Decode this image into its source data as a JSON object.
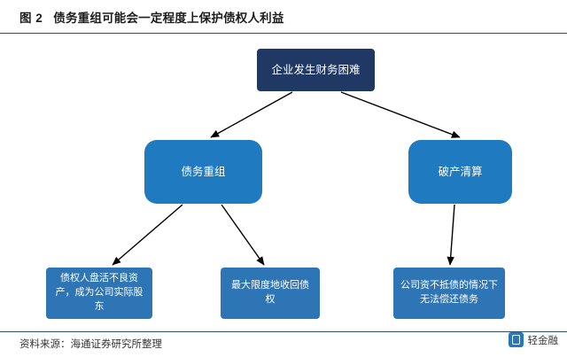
{
  "header": {
    "figure_label": "图 2",
    "title": "债务重组可能会一定程度上保护债权人利益"
  },
  "footer": {
    "source": "资料来源：海通证券研究所整理"
  },
  "watermark": {
    "logo_icon": "shield-logo-icon",
    "text": "轻金融"
  },
  "diagram": {
    "type": "flowchart",
    "nodes": [
      {
        "id": "root",
        "label": "企业发生财务困难",
        "level": "root",
        "color": "#1f3864"
      },
      {
        "id": "mid1",
        "label": "债务重组",
        "level": "mid",
        "color": "#1f7ac0"
      },
      {
        "id": "mid2",
        "label": "破产清算",
        "level": "mid",
        "color": "#1f7ac0"
      },
      {
        "id": "leaf1",
        "label": "债权人盘活不良资产，成为公司实际股东",
        "level": "leaf",
        "color": "#2e75b6"
      },
      {
        "id": "leaf2",
        "label": "最大限度地收回债权",
        "level": "leaf",
        "color": "#2e75b6"
      },
      {
        "id": "leaf3",
        "label": "公司资不抵债的情况下无法偿还债务",
        "level": "leaf",
        "color": "#2e75b6"
      }
    ],
    "edges": [
      {
        "from": "root",
        "to": "mid1"
      },
      {
        "from": "root",
        "to": "mid2"
      },
      {
        "from": "mid1",
        "to": "leaf1"
      },
      {
        "from": "mid1",
        "to": "leaf2"
      },
      {
        "from": "mid2",
        "to": "leaf3"
      }
    ],
    "edge_color": "#000000"
  }
}
